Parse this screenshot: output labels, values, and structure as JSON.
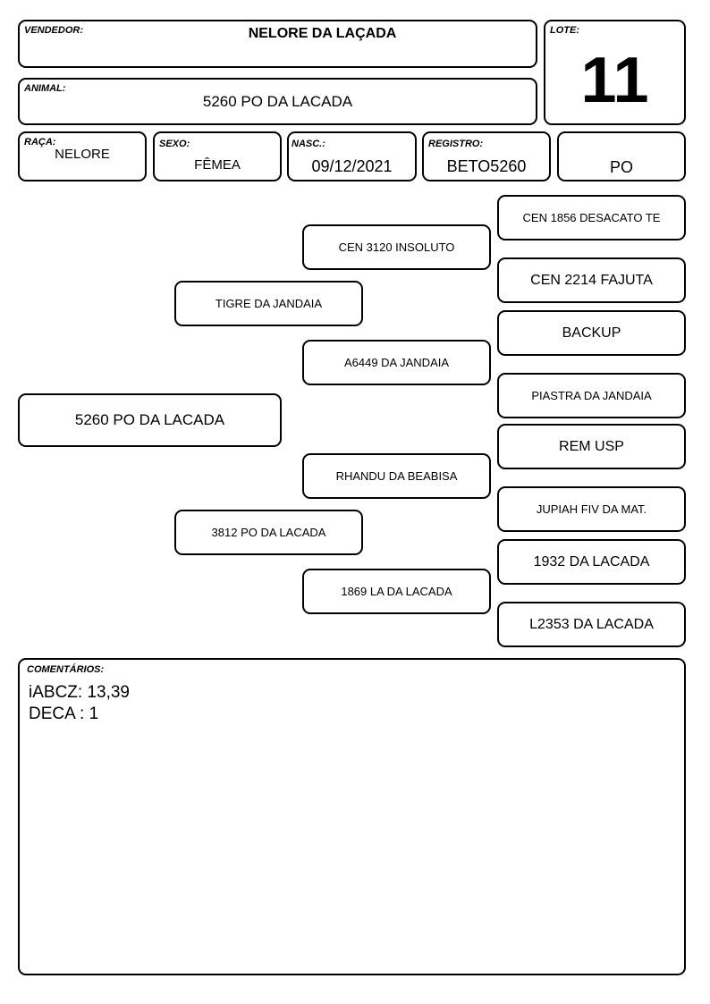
{
  "header": {
    "vendedor_label": "VENDEDOR:",
    "vendedor": "NELORE DA LAÇADA",
    "lote_label": "LOTE:",
    "lote": "11",
    "animal_label": "ANIMAL:",
    "animal": "5260 PO DA LACADA",
    "raca_label": "RAÇA:",
    "raca": "NELORE",
    "sexo_label": "SEXO:",
    "sexo": "FÊMEA",
    "nasc_label": "NASC.:",
    "nasc": "09/12/2021",
    "registro_label": "REGISTRO:",
    "registro": "BETO5260",
    "categoria": "PO"
  },
  "pedigree": {
    "animal": "5260 PO DA LACADA",
    "sire": "TIGRE DA JANDAIA",
    "dam": "3812 PO DA LACADA",
    "sire_sire": "CEN 3120 INSOLUTO",
    "sire_dam": "A6449 DA JANDAIA",
    "dam_sire": "RHANDU DA BEABISA",
    "dam_dam": "1869 LA DA LACADA",
    "ggp": [
      "CEN 1856 DESACATO TE",
      "CEN 2214 FAJUTA",
      "BACKUP",
      "PIASTRA DA JANDAIA",
      "REM USP",
      "JUPIAH FIV DA MAT.",
      "1932 DA LACADA",
      "L2353 DA LACADA"
    ]
  },
  "comments": {
    "label": "COMENTÁRIOS:",
    "line1": "iABCZ: 13,39",
    "line2": "DECA : 1"
  }
}
